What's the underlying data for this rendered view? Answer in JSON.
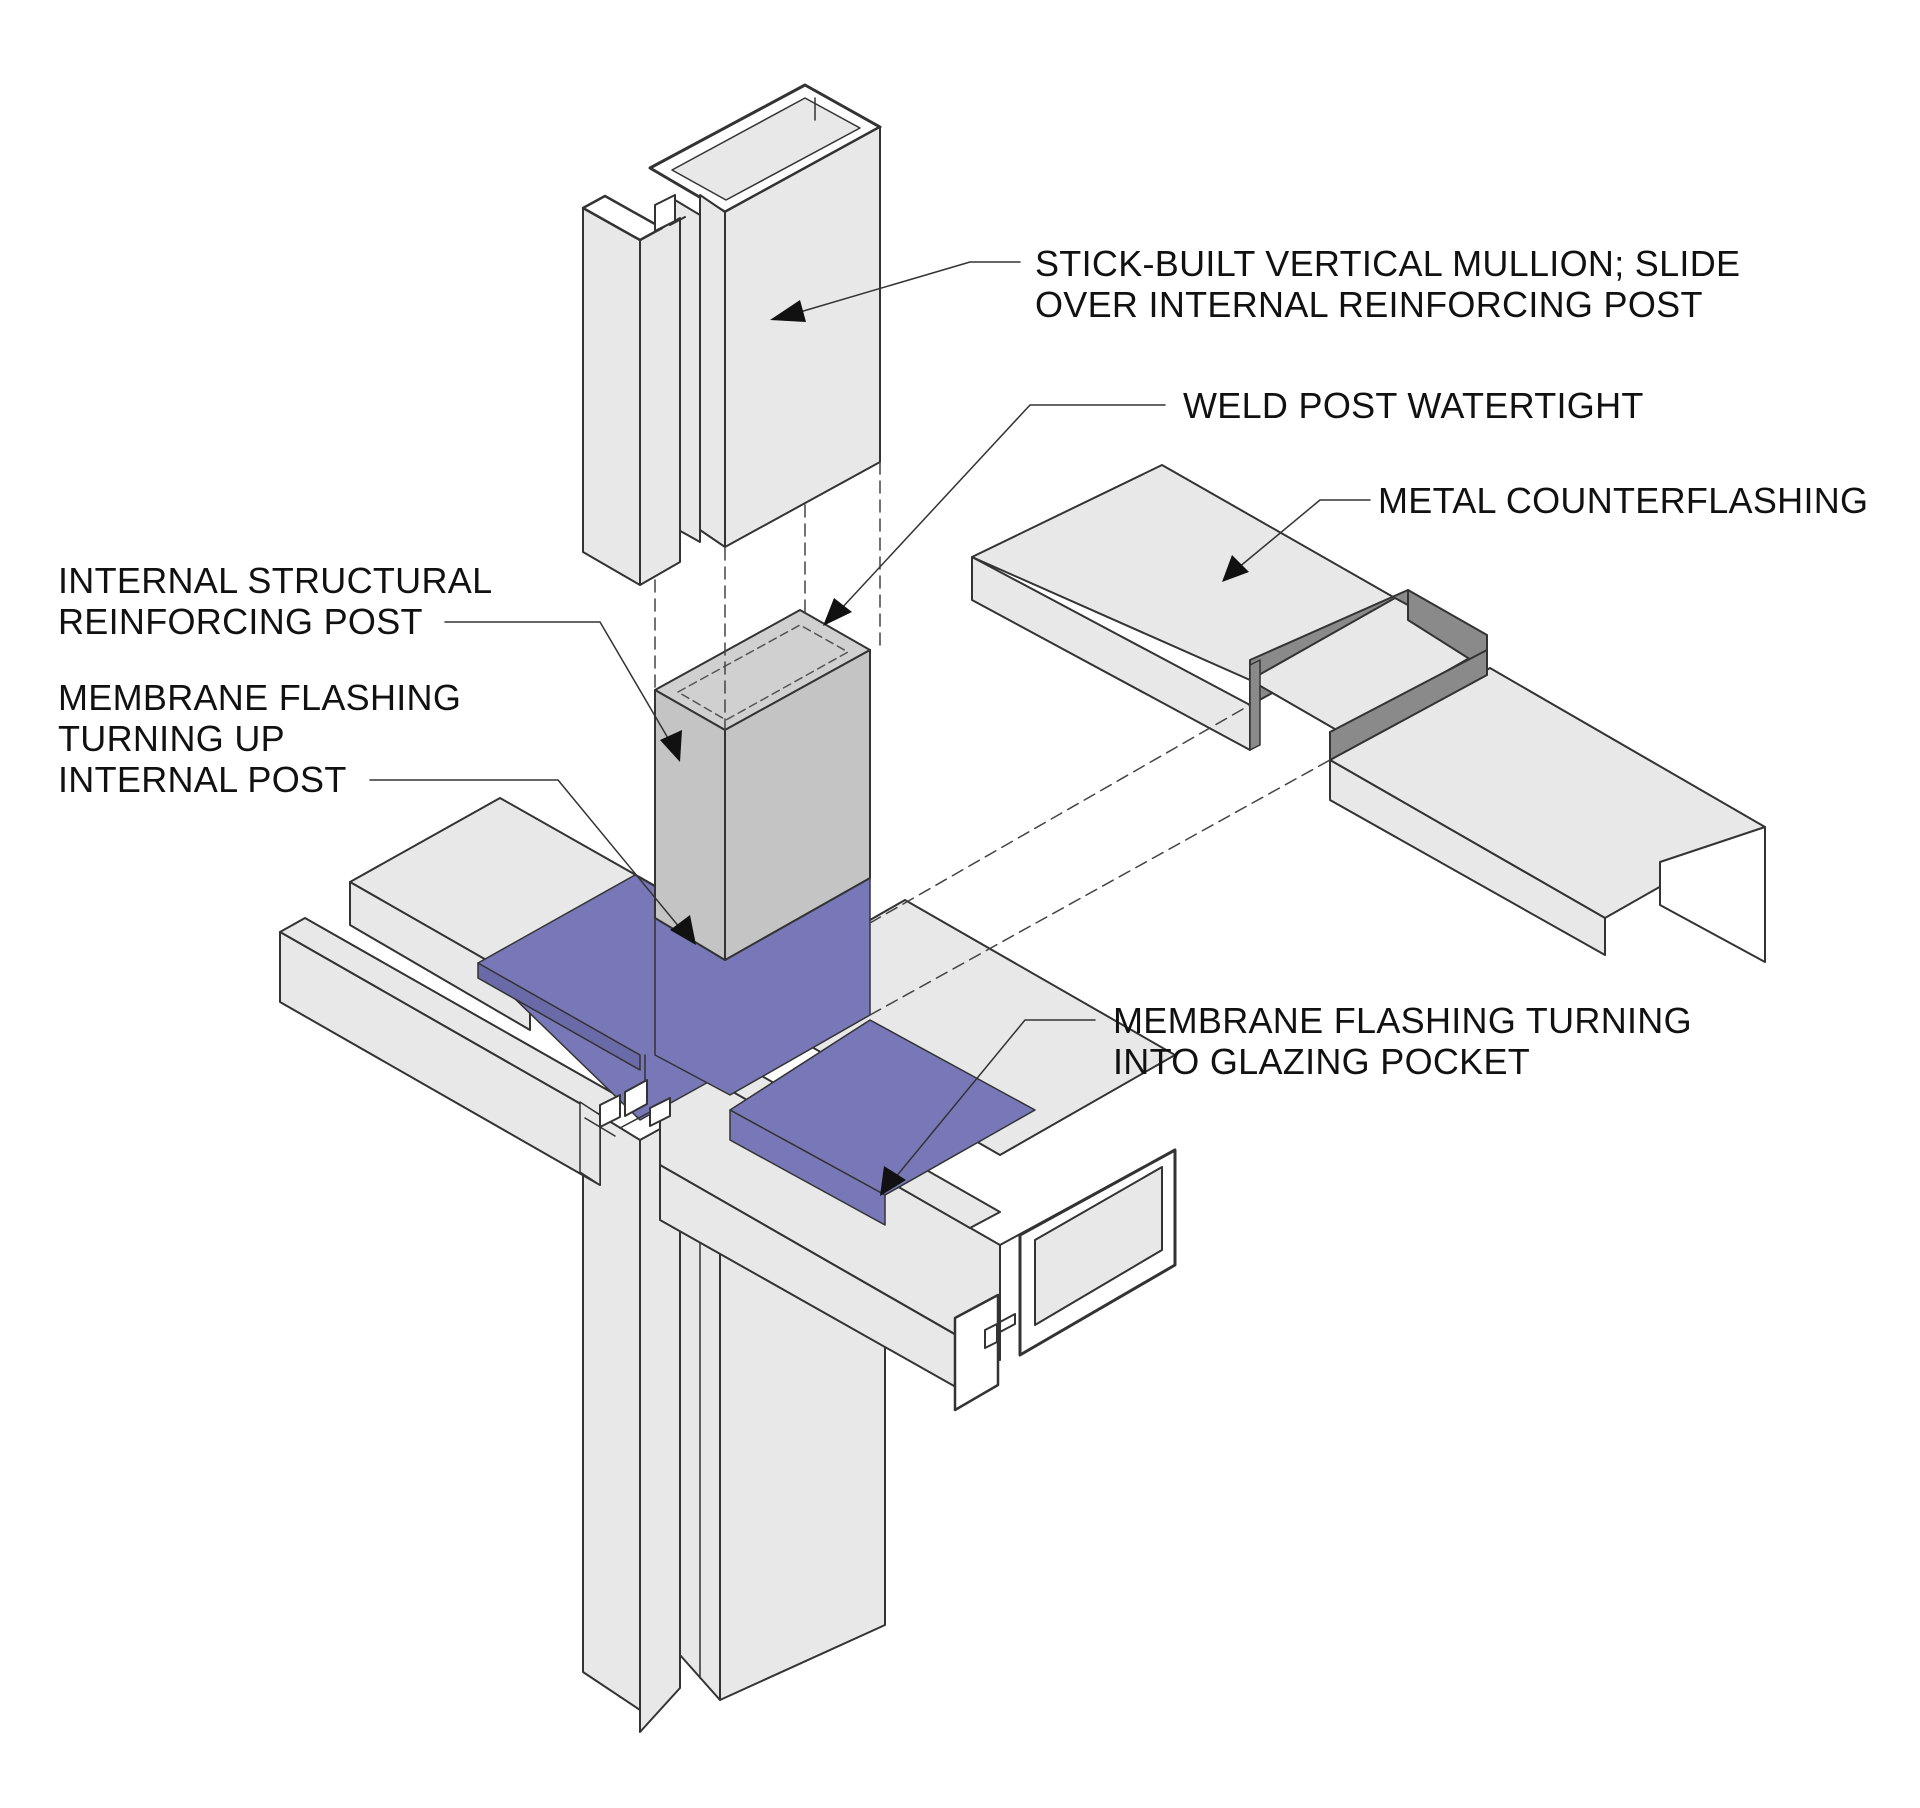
{
  "colors": {
    "light_metal": "#e8e8e8",
    "post_gray": "#c4c4c4",
    "dark_metal": "#8a8a8a",
    "membrane_purple": "#7878b8",
    "outline": "#333333"
  },
  "labels": {
    "mullion": {
      "line1": "STICK-BUILT VERTICAL MULLION; SLIDE",
      "line2": "OVER INTERNAL REINFORCING POST"
    },
    "weld": {
      "line1": "WELD POST WATERTIGHT"
    },
    "counterflashing": {
      "line1": "METAL COUNTERFLASHING"
    },
    "post": {
      "line1": "INTERNAL STRUCTURAL",
      "line2": "REINFORCING POST"
    },
    "membrane_up": {
      "line1": "MEMBRANE FLASHING",
      "line2": "TURNING UP",
      "line3": "INTERNAL POST"
    },
    "membrane_pocket": {
      "line1": "MEMBRANE FLASHING TURNING",
      "line2": "INTO GLAZING POCKET"
    }
  }
}
